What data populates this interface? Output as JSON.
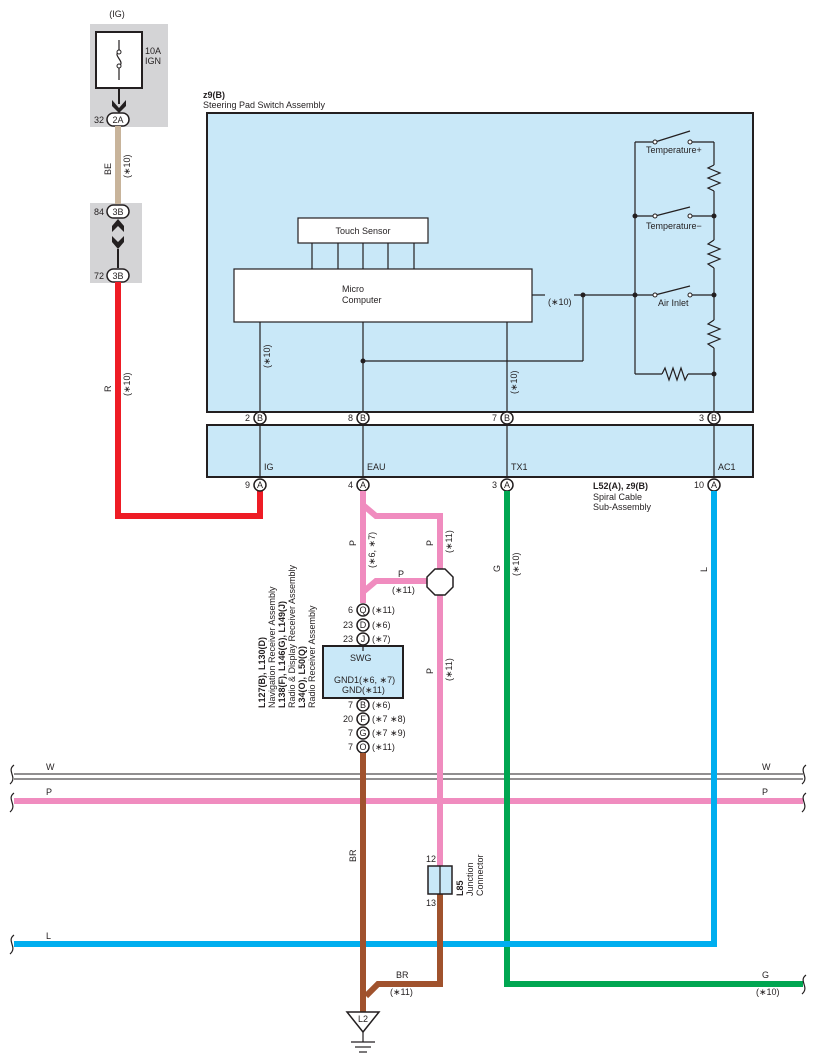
{
  "fuse": {
    "circuit": "(IG)",
    "rating": "10A",
    "name": "IGN"
  },
  "junction_block": {
    "pin_top": "32",
    "conn_top": "2A",
    "pin_mid": "84",
    "conn_mid": "3B",
    "pin_bot": "72",
    "conn_bot": "3B"
  },
  "wires": {
    "be": "BE",
    "r": "R",
    "p": "P",
    "g": "G",
    "l": "L",
    "br": "BR",
    "w": "W"
  },
  "notes": {
    "n10": "(∗10)",
    "n11": "(∗11)",
    "n6_7": "(∗6, ∗7)",
    "n6": "(∗6)",
    "n7": "(∗7)",
    "n7_8": "(∗7 ∗8)",
    "n7_9": "(∗7 ∗9)"
  },
  "steering_pad": {
    "id": "z9(B)",
    "name": "Steering Pad Switch Assembly",
    "touch_sensor": "Touch Sensor",
    "micro_line1": "Micro",
    "micro_line2": "Computer",
    "switches": [
      "Temperature+",
      "Temperature−",
      "Air Inlet"
    ],
    "pins": [
      {
        "num": "2",
        "conn": "B"
      },
      {
        "num": "8",
        "conn": "B"
      },
      {
        "num": "7",
        "conn": "B"
      },
      {
        "num": "3",
        "conn": "B"
      }
    ]
  },
  "spiral_cable": {
    "id": "L52(A), z9(B)",
    "name_line1": "Spiral Cable",
    "name_line2": "Sub-Assembly",
    "terminals": [
      "IG",
      "EAU",
      "TX1",
      "AC1"
    ],
    "pins": [
      {
        "num": "9",
        "conn": "A"
      },
      {
        "num": "4",
        "conn": "A"
      },
      {
        "num": "3",
        "conn": "A"
      },
      {
        "num": "10",
        "conn": "A"
      }
    ]
  },
  "receiver": {
    "line1": "L127(B), L130(D)",
    "line2": "Navigation Receiver Assembly",
    "line3": "L138(F), L146(G), L149(J)",
    "line4": "Radio & Display Receiver Assembly",
    "line5": "L34(O), L50(Q)",
    "line6": "Radio Receiver Assembly",
    "swg": "SWG",
    "gnd1": "GND1(∗6, ∗7)",
    "gnd": "GND(∗11)",
    "top_pins": [
      {
        "num": "6",
        "conn": "Q",
        "note": "(∗11)"
      },
      {
        "num": "23",
        "conn": "D",
        "note": "(∗6)"
      },
      {
        "num": "23",
        "conn": "J",
        "note": "(∗7)"
      }
    ],
    "bottom_pins": [
      {
        "num": "7",
        "conn": "B",
        "note": "(∗6)"
      },
      {
        "num": "20",
        "conn": "F",
        "note": "(∗7 ∗8)"
      },
      {
        "num": "7",
        "conn": "G",
        "note": "(∗7 ∗9)"
      },
      {
        "num": "7",
        "conn": "O",
        "note": "(∗11)"
      }
    ]
  },
  "junction_connector": {
    "id": "L85",
    "name_line1": "Junction",
    "name_line2": "Connector",
    "pin_top": "12",
    "pin_bot": "13"
  },
  "ground": {
    "label": "L2"
  },
  "colors": {
    "be": "#c8b49b",
    "r": "#ee1c25",
    "p": "#f08cbf",
    "g": "#00a651",
    "l": "#00aeef",
    "br": "#a0522d",
    "box_fill": "#c9e8f8",
    "block_fill": "#d4d4d6"
  }
}
